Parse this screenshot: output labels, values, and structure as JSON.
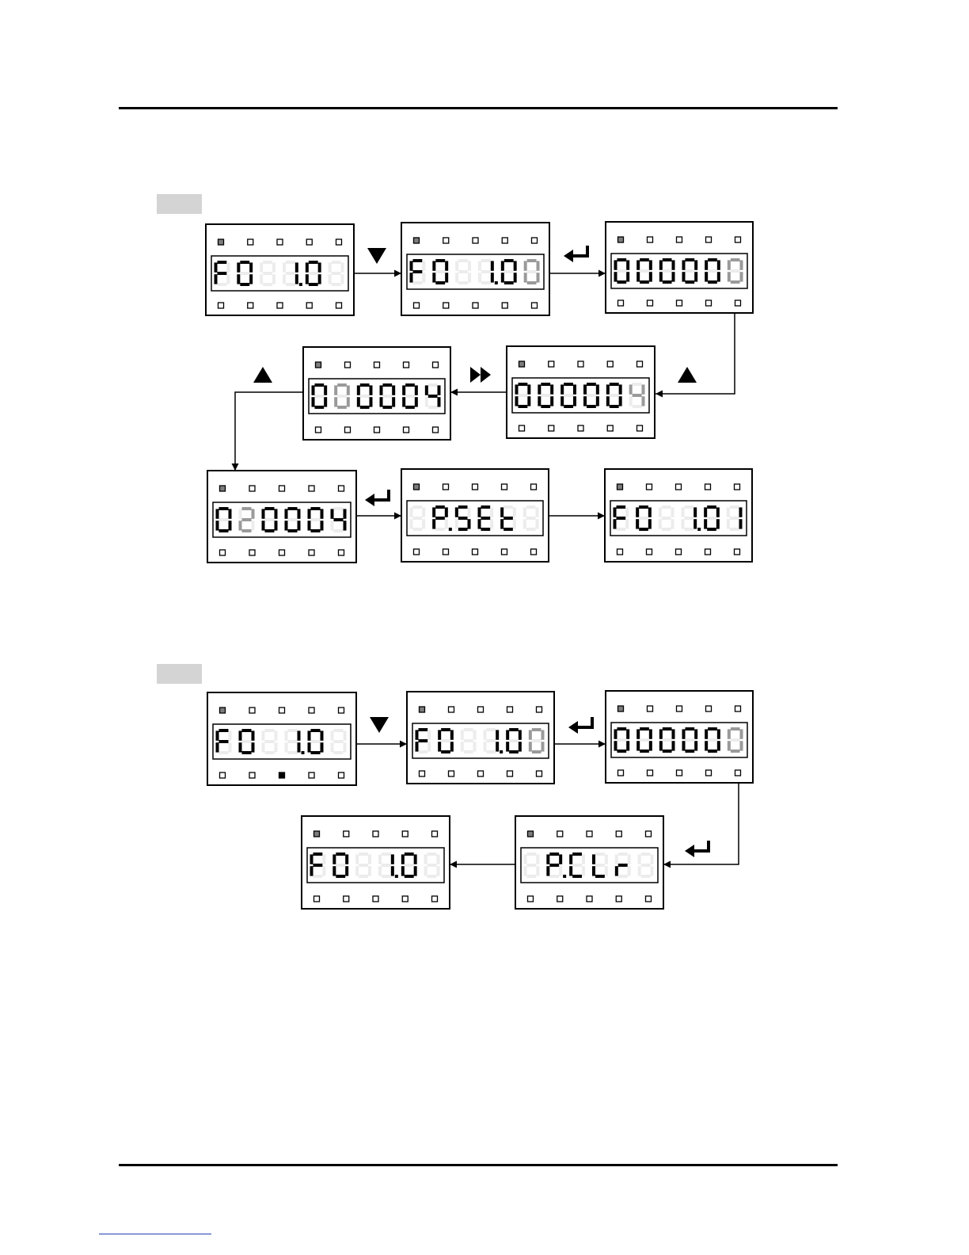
{
  "colors": {
    "segment_on": "#000000",
    "segment_off": "#ececec",
    "segment_blink": "#9a9a9a",
    "indicator_on": "#7d7d7d",
    "frame": "#000000"
  },
  "sections": [
    {
      "id": "procedure-1",
      "panels": [
        {
          "digits": [
            {
              "ch": "F",
              "s": "on"
            },
            {
              "ch": "0",
              "s": "on"
            },
            {
              "ch": "1",
              "s": "off"
            },
            {
              "ch": "1.",
              "s": "on"
            },
            {
              "ch": "0",
              "s": "on"
            },
            {
              "ch": "1",
              "s": "off"
            }
          ],
          "lit_indicator": "top-1"
        },
        {
          "digits": [
            {
              "ch": "F",
              "s": "on"
            },
            {
              "ch": "0",
              "s": "on"
            },
            {
              "ch": "1",
              "s": "off"
            },
            {
              "ch": "1.",
              "s": "on"
            },
            {
              "ch": "0",
              "s": "on"
            },
            {
              "ch": "0",
              "s": "blink"
            }
          ],
          "lit_indicator": "top-1"
        },
        {
          "digits": [
            {
              "ch": "0",
              "s": "on"
            },
            {
              "ch": "0",
              "s": "on"
            },
            {
              "ch": "0",
              "s": "on"
            },
            {
              "ch": "0",
              "s": "on"
            },
            {
              "ch": "0",
              "s": "on"
            },
            {
              "ch": "0",
              "s": "blink"
            }
          ],
          "lit_indicator": "top-1"
        },
        {
          "digits": [
            {
              "ch": "0",
              "s": "on"
            },
            {
              "ch": "0",
              "s": "on"
            },
            {
              "ch": "0",
              "s": "on"
            },
            {
              "ch": "0",
              "s": "on"
            },
            {
              "ch": "0",
              "s": "on"
            },
            {
              "ch": "4",
              "s": "blink"
            }
          ],
          "lit_indicator": "top-1"
        },
        {
          "digits": [
            {
              "ch": "0",
              "s": "on"
            },
            {
              "ch": "0",
              "s": "blink"
            },
            {
              "ch": "0",
              "s": "on"
            },
            {
              "ch": "0",
              "s": "on"
            },
            {
              "ch": "0",
              "s": "on"
            },
            {
              "ch": "4",
              "s": "on"
            }
          ],
          "lit_indicator": "top-1"
        },
        {
          "digits": [
            {
              "ch": "0",
              "s": "on"
            },
            {
              "ch": "2",
              "s": "blink"
            },
            {
              "ch": "0",
              "s": "on"
            },
            {
              "ch": "0",
              "s": "on"
            },
            {
              "ch": "0",
              "s": "on"
            },
            {
              "ch": "4",
              "s": "on"
            }
          ],
          "lit_indicator": "top-1"
        },
        {
          "digits": [
            {
              "ch": "8",
              "s": "off"
            },
            {
              "ch": "P.",
              "s": "on"
            },
            {
              "ch": "S",
              "s": "on"
            },
            {
              "ch": "E",
              "s": "on"
            },
            {
              "ch": "t",
              "s": "on"
            },
            {
              "ch": "8",
              "s": "off"
            }
          ],
          "lit_indicator": "top-1"
        },
        {
          "digits": [
            {
              "ch": "F",
              "s": "on"
            },
            {
              "ch": "0",
              "s": "on"
            },
            {
              "ch": "1",
              "s": "off"
            },
            {
              "ch": "1.",
              "s": "on"
            },
            {
              "ch": "0",
              "s": "on"
            },
            {
              "ch": "1",
              "s": "on"
            }
          ],
          "lit_indicator": "top-1"
        }
      ],
      "keys": [
        "down-key",
        "enter-key",
        "up-key",
        "shift-key",
        "up-key",
        "enter-key"
      ]
    },
    {
      "id": "procedure-2",
      "panels": [
        {
          "digits": [
            {
              "ch": "F",
              "s": "on"
            },
            {
              "ch": "0",
              "s": "on"
            },
            {
              "ch": "1",
              "s": "off"
            },
            {
              "ch": "1.",
              "s": "on"
            },
            {
              "ch": "0",
              "s": "on"
            },
            {
              "ch": "1",
              "s": "off"
            }
          ],
          "lit_indicator": "top-1"
        },
        {
          "digits": [
            {
              "ch": "F",
              "s": "on"
            },
            {
              "ch": "0",
              "s": "on"
            },
            {
              "ch": "1",
              "s": "off"
            },
            {
              "ch": "1.",
              "s": "on"
            },
            {
              "ch": "0",
              "s": "on"
            },
            {
              "ch": "0",
              "s": "blink"
            }
          ],
          "lit_indicator": "top-1"
        },
        {
          "digits": [
            {
              "ch": "0",
              "s": "on"
            },
            {
              "ch": "0",
              "s": "on"
            },
            {
              "ch": "0",
              "s": "on"
            },
            {
              "ch": "0",
              "s": "on"
            },
            {
              "ch": "0",
              "s": "on"
            },
            {
              "ch": "0",
              "s": "blink"
            }
          ],
          "lit_indicator": "top-1"
        },
        {
          "digits": [
            {
              "ch": "8",
              "s": "off"
            },
            {
              "ch": "P.",
              "s": "on"
            },
            {
              "ch": "C",
              "s": "on"
            },
            {
              "ch": "L",
              "s": "on"
            },
            {
              "ch": "r",
              "s": "on"
            },
            {
              "ch": "8",
              "s": "off"
            }
          ],
          "lit_indicator": "top-1"
        },
        {
          "digits": [
            {
              "ch": "F",
              "s": "on"
            },
            {
              "ch": "0",
              "s": "on"
            },
            {
              "ch": "1",
              "s": "off"
            },
            {
              "ch": "1.",
              "s": "on"
            },
            {
              "ch": "0",
              "s": "on"
            },
            {
              "ch": "1",
              "s": "off"
            }
          ],
          "lit_indicator": "top-1"
        }
      ],
      "keys": [
        "down-key",
        "enter-key",
        "enter-key"
      ]
    }
  ]
}
